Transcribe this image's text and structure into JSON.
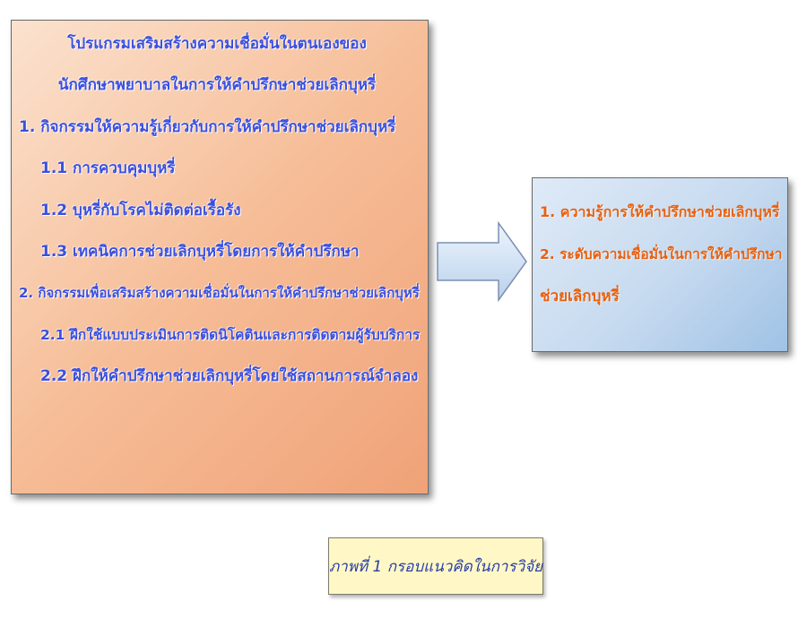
{
  "left_box": {
    "title_line1": "โปรแกรมเสริมสร้างความเชื่อมั่นในตนเองของ",
    "title_line2": "นักศึกษาพยาบาลในการให้คำปรึกษาช่วยเลิกบุหรี่",
    "activity1": "1. กิจกรรมให้ความรู้เกี่ยวกับการให้คำปรึกษาช่วยเลิกบุหรี่",
    "activity1_1": "1.1 การควบคุมบุหรี่",
    "activity1_2": "1.2 บุหรี่กับโรคไม่ติดต่อเรื้อรัง",
    "activity1_3": "1.3 เทคนิคการช่วยเลิกบุหรี่โดยการให้คำปรึกษา",
    "activity2": "2. กิจกรรมเพื่อเสริมสร้างความเชื่อมั่นในการให้คำปรึกษาช่วยเลิกบุหรี่",
    "activity2_1": "2.1 ฝึกใช้แบบประเมินการติดนิโคตินและการติดตามผู้รับบริการ",
    "activity2_2": "2.2 ฝึกให้คำปรึกษาช่วยเลิกบุหรี่โดยใช้สถานการณ์จำลอง"
  },
  "right_box": {
    "outcome1": "1. ความรู้การให้คำปรึกษาช่วยเลิกบุหรี่",
    "outcome2_line1": "2. ระดับความเชื่อมั่นในการให้คำปรึกษา",
    "outcome2_line2": "ช่วยเลิกบุหรี่"
  },
  "caption": {
    "text": "ภาพที่ 1 กรอบแนวคิดในการวิจัย"
  },
  "colors": {
    "left_box_fill": "#f6bd97",
    "left_text": "#3a4fe0",
    "right_box_fill": "#c6daef",
    "right_text": "#e8600f",
    "arrow_fill": "#d3e3f4",
    "caption_fill": "#fff8c6",
    "caption_text": "#2a3da8"
  }
}
